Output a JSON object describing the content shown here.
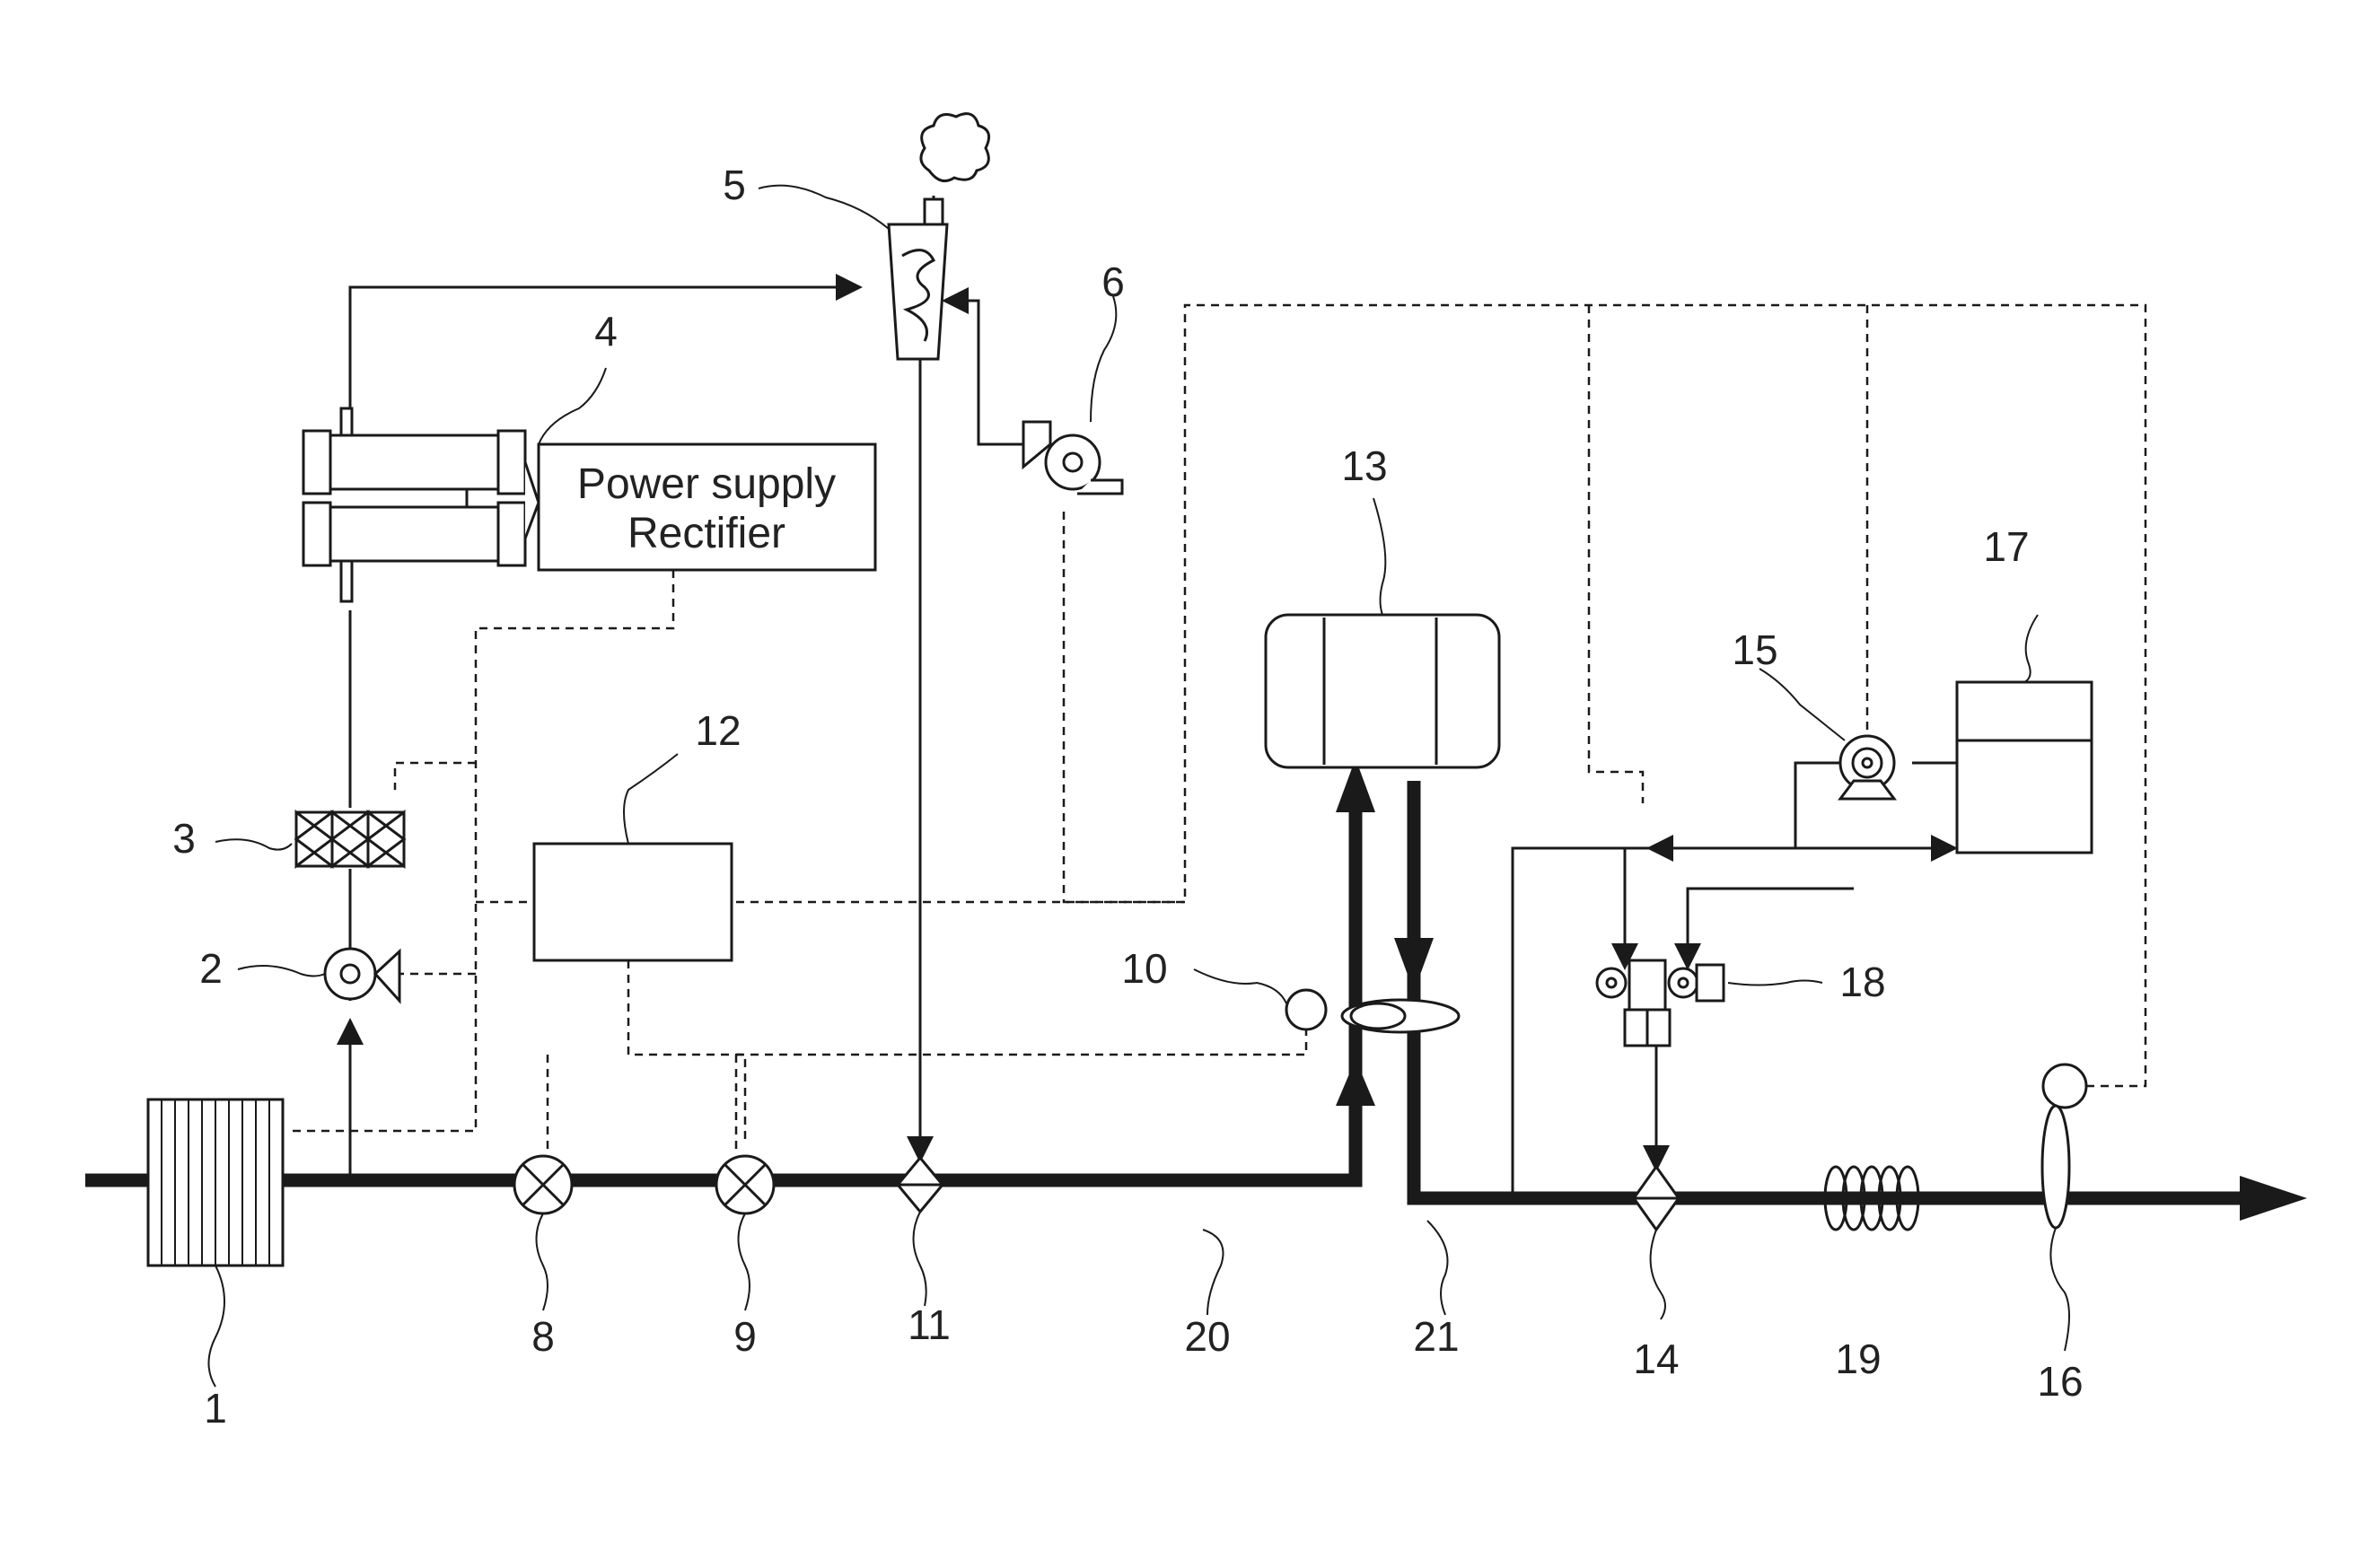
{
  "labels": {
    "n1": "1",
    "n2": "2",
    "n3": "3",
    "n4": "4",
    "n5": "5",
    "n6": "6",
    "n8": "8",
    "n9": "9",
    "n10": "10",
    "n11": "11",
    "n12": "12",
    "n13": "13",
    "n14": "14",
    "n15": "15",
    "n16": "16",
    "n17": "17",
    "n18": "18",
    "n19": "19",
    "n20": "20",
    "n21": "21"
  },
  "power_box": {
    "line1": "Power supply",
    "line2": "Rectifier"
  },
  "colors": {
    "line": "#1a1a1a",
    "background": "#ffffff"
  }
}
